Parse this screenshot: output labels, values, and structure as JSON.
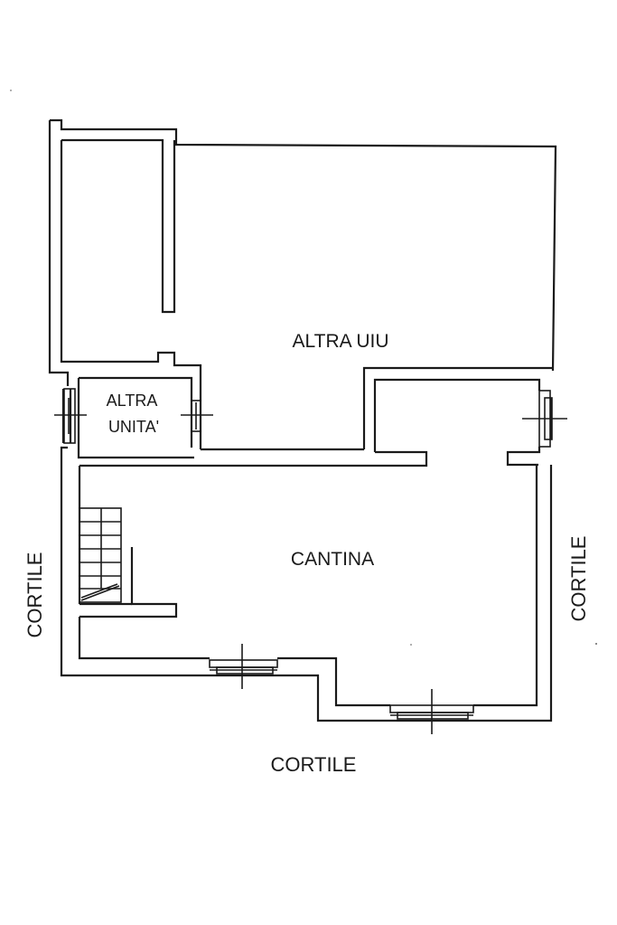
{
  "labels": {
    "other_uiu": "ALTRA UIU",
    "other_unit_line1": "ALTRA",
    "other_unit_line2": "UNITA'",
    "cellar": "CANTINA",
    "yard_left": "CORTILE",
    "yard_right": "CORTILE",
    "yard_bottom": "CORTILE"
  },
  "colors": {
    "line": "#1a1a1a",
    "background": "#ffffff"
  }
}
